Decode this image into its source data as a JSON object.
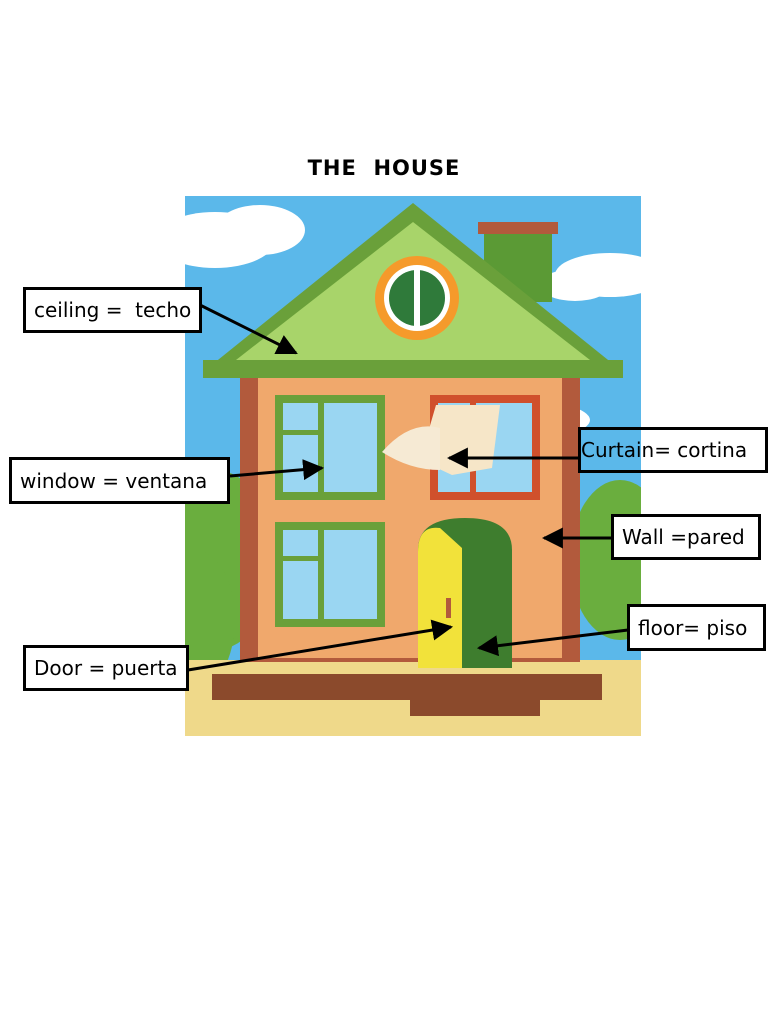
{
  "title": "THE  HOUSE",
  "labels": {
    "ceiling": "ceiling =  techo",
    "window": "window = ventana",
    "curtain": "Curtain= cortina",
    "wall": "Wall =pared",
    "floor": "floor= piso",
    "door": "Door = puerta"
  },
  "colors": {
    "sky": "#5bb8ea",
    "roof": "#8cc251",
    "wall": "#f0a86c",
    "door": "#f2e23a",
    "grass": "#efd98a"
  }
}
